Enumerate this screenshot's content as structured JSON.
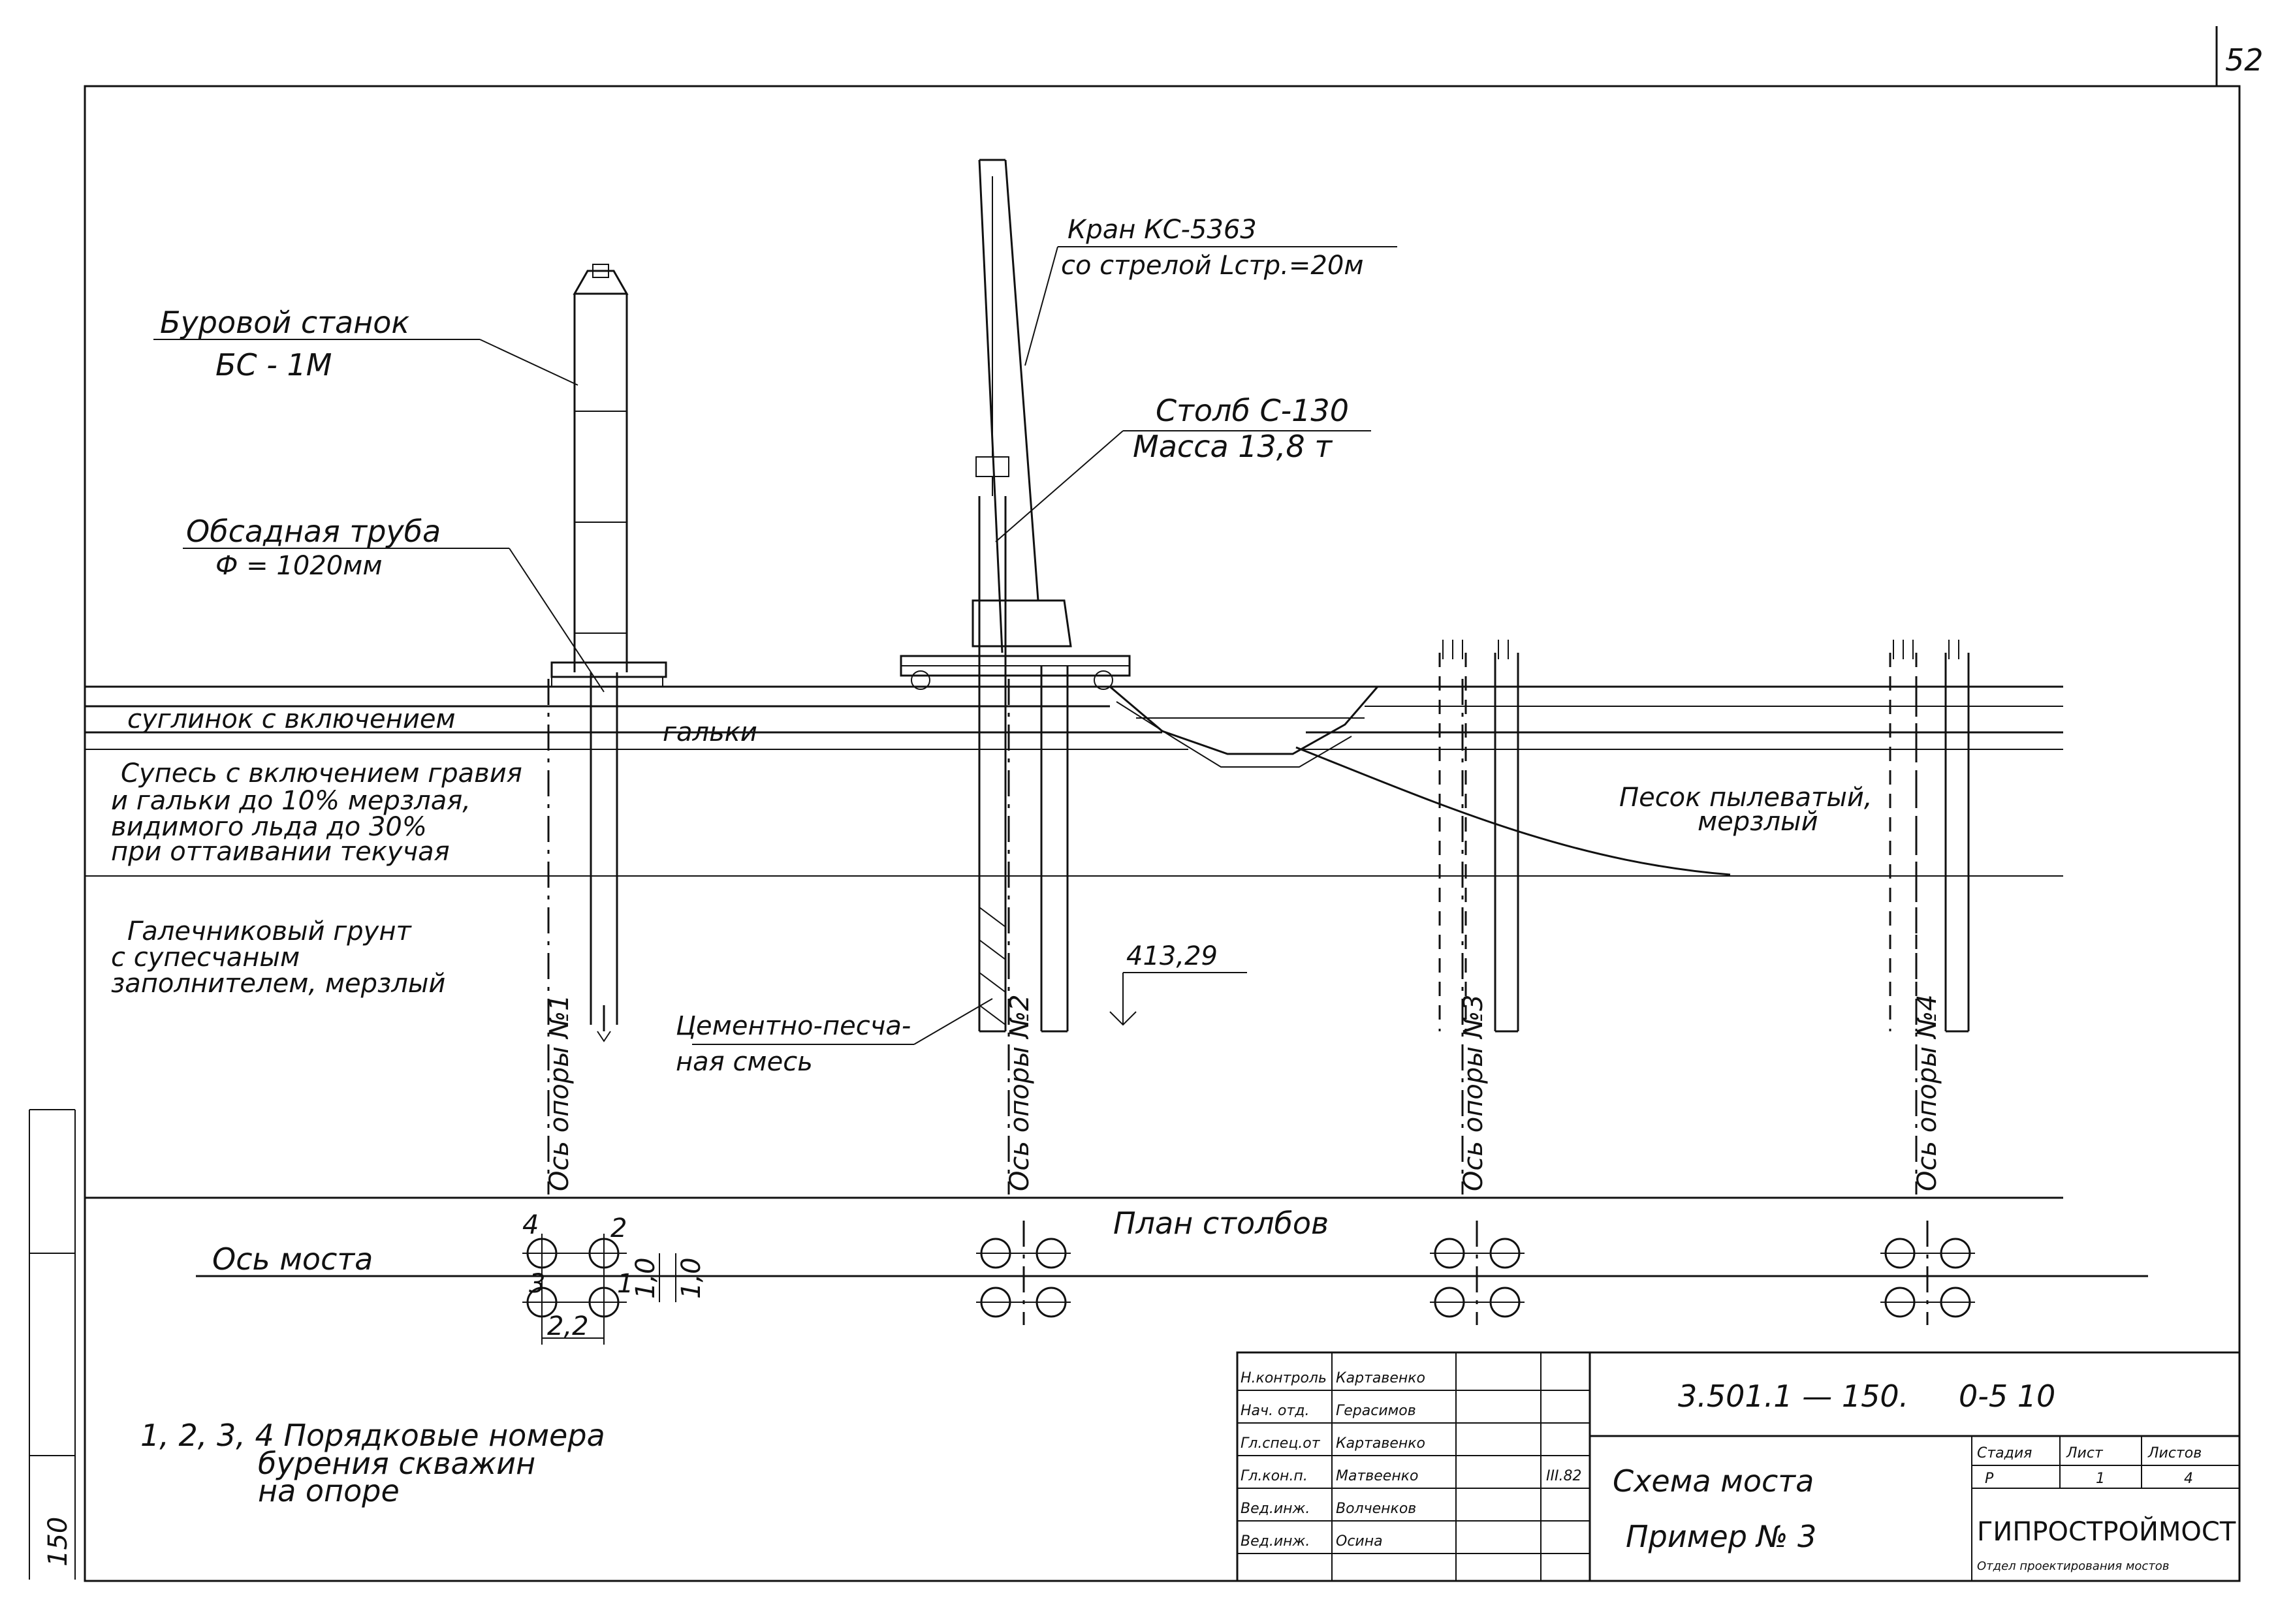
{
  "sheet_number": "52",
  "labels": {
    "drill_rig_title": "Буровой станок",
    "drill_rig_model": "БС - 1М",
    "crane_title": "Кран КС-5363",
    "crane_boom": "со стрелой Lстр.=20м",
    "pillar_title": "Столб С-130",
    "pillar_mass": "Масса 13,8 т",
    "casing_title": "Обсадная труба",
    "casing_diameter": "Ф = 1020мм",
    "layer_loam": "суглинок с включением",
    "layer_loam_2": "гальки",
    "layer_sandy_1": "Супесь с включением гравия",
    "layer_sandy_2": "и гальки до 10% мерзлая,",
    "layer_sandy_3": "видимого льда до 30%",
    "layer_sandy_4": "при оттаивании текучая",
    "layer_gravel_1": "Галечниковый грунт",
    "layer_gravel_2": "с супесчаным",
    "layer_gravel_3": "заполнителем, мерзлый",
    "layer_sand_1": "Песок пылеватый,",
    "layer_sand_2": "мерзлый",
    "elevation": "413,29",
    "cement_1": "Цементно-песча-",
    "cement_2": "ная смесь",
    "axis_1": "Ось опоры №1",
    "axis_2": "Ось опоры №2",
    "axis_3": "Ось опоры №3",
    "axis_4": "Ось опоры №4",
    "plan_title": "План столбов",
    "bridge_axis": "Ось моста",
    "dim_spacing": "2,2",
    "dim_1": "1,0",
    "dim_2": "1,0",
    "note_1": "1, 2, 3, 4 Порядковые номера",
    "note_2": "бурения скважин",
    "note_3": "на опоре",
    "side_mark": "150"
  },
  "hole_numbers": [
    "1",
    "2",
    "3",
    "4"
  ],
  "title_block": {
    "doc_code": "3.501.1 — 150.",
    "doc_sheet": "0-5 10",
    "title_1": "Схема моста",
    "title_2": "Пример № 3",
    "stage_header": "Стадия",
    "sheet_header": "Лист",
    "sheets_header": "Листов",
    "stage_value": "Р",
    "sheet_value": "1",
    "sheets_value": "4",
    "org": "ГИПРОСТРОЙМОСТ",
    "dept": "Отдел проектирования мостов",
    "date": "III.82",
    "roles": [
      {
        "role": "Н.контроль",
        "name": "Картавенко"
      },
      {
        "role": "Нач. отд.",
        "name": "Герасимов"
      },
      {
        "role": "Гл.спец.от",
        "name": "Картавенко"
      },
      {
        "role": "Гл.кон.п.",
        "name": "Матвеенко"
      },
      {
        "role": "Вед.инж.",
        "name": "Волченков"
      },
      {
        "role": "Вед.инж.",
        "name": "Осина"
      }
    ]
  }
}
